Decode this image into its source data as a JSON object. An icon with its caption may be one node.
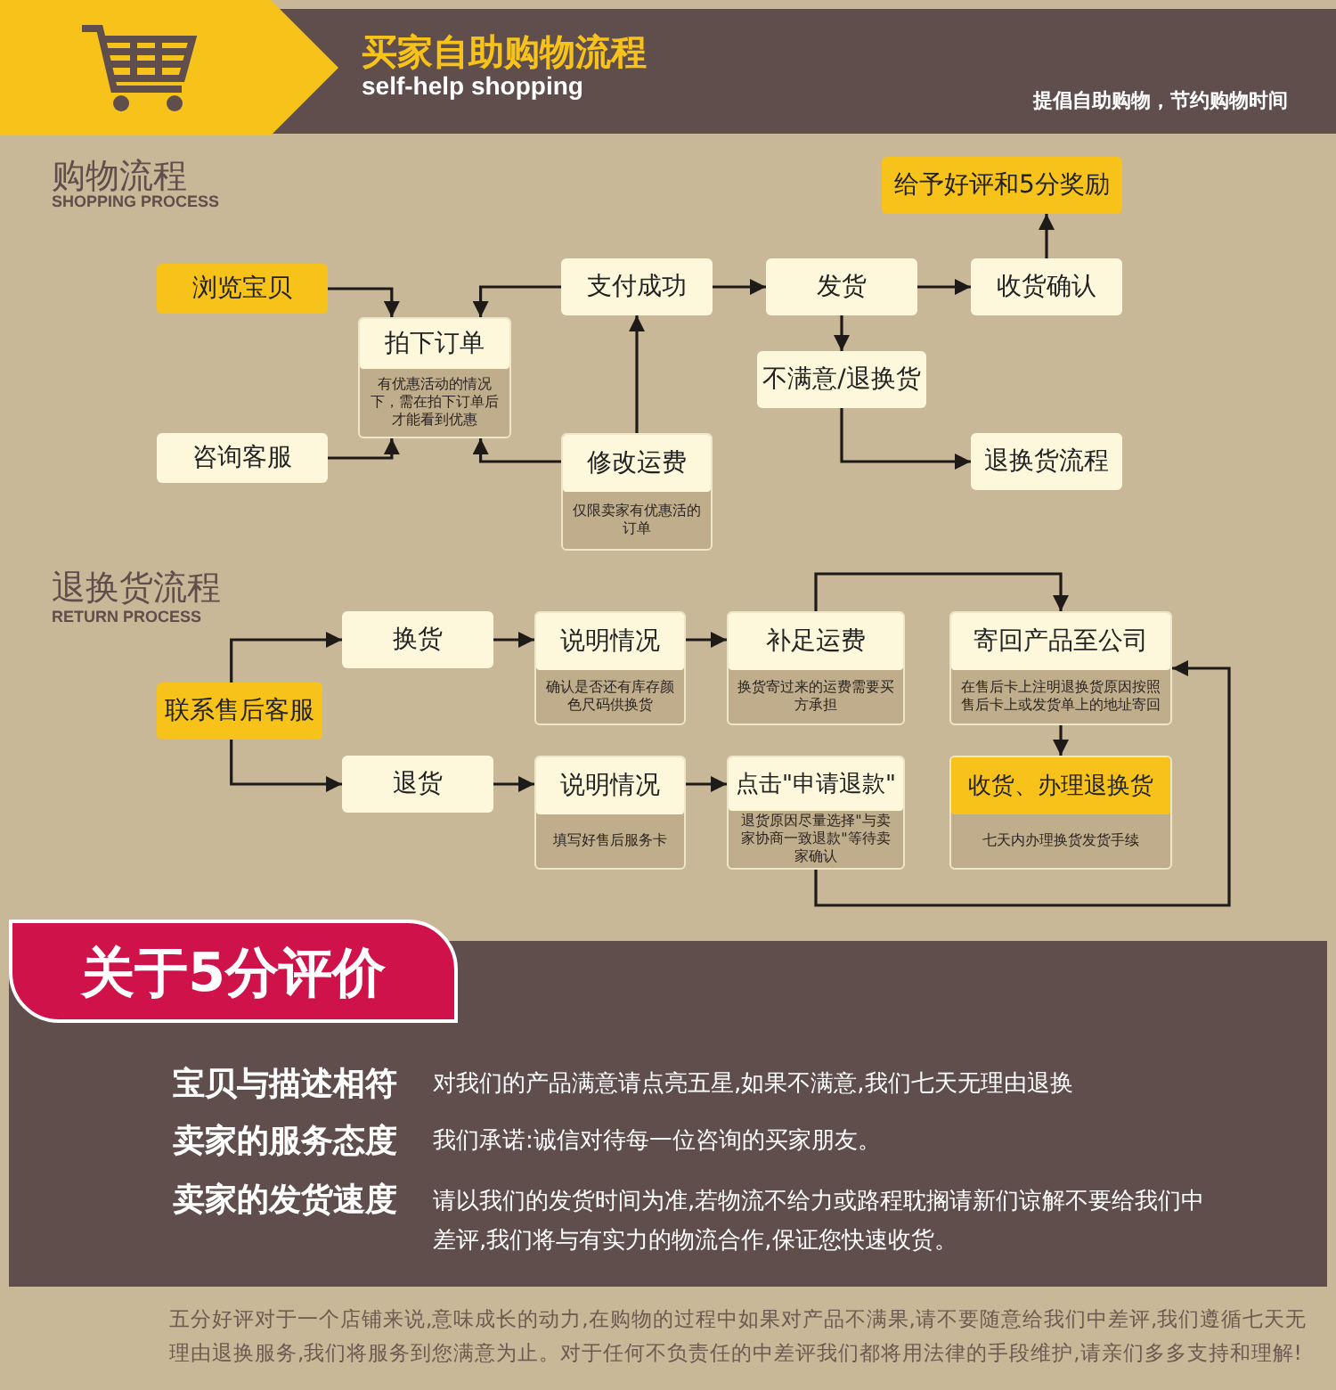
{
  "diagram": {
    "title": "买家自助购物流程",
    "nodes": [
      {
        "text": [
          "浏览宝贝"
        ]
      },
      {
        "text": [
          "拍下订单",
          "有优惠活动的情况下，需在拍下订单后才能看到优惠"
        ]
      },
      {
        "text": [
          "咨询客服"
        ]
      },
      {
        "text": [
          "支付成功"
        ]
      },
      {
        "text": [
          "修改运费",
          "仅限卖家有优惠活的订单"
        ]
      },
      {
        "text": [
          "发货"
        ]
      },
      {
        "text": [
          "收货确认"
        ]
      },
      {
        "text": [
          "给予好评和5分奖励"
        ]
      },
      {
        "text": [
          "不满意/退换货"
        ]
      },
      {
        "text": [
          "退换货流程"
        ]
      },
      {
        "text": [
          "联系售后客服"
        ]
      },
      {
        "text": [
          "换货"
        ]
      },
      {
        "text": [
          "说明情况",
          "确认是否还有库存颜色尺码供换货"
        ]
      },
      {
        "text": [
          "补足运费",
          "换货寄过来的运费需要买方承担"
        ]
      },
      {
        "text": [
          "寄回产品至公司",
          "在售后卡上注明退换货原因按照售后卡上或发货单上的地址寄回"
        ]
      },
      {
        "text": [
          "退货"
        ]
      },
      {
        "text": [
          "说明情况",
          "填写好售后服务卡"
        ]
      },
      {
        "text": [
          "点击\"申请退款\"",
          "退货原因尽量选择\"与卖家协商一致退款\"等待卖家确认"
        ]
      },
      {
        "text": [
          "收货、办理退换货",
          "七天内办理换货发货手续"
        ]
      }
    ],
    "edges": [
      {
        "from": 0,
        "to": 1,
        "arrow": "to"
      },
      {
        "from": 2,
        "to": 1,
        "arrow": "to"
      },
      {
        "from": 3,
        "to": 1,
        "arrow": "to"
      },
      {
        "from": 4,
        "to": 1,
        "arrow": "to"
      },
      {
        "from": 4,
        "to": 3,
        "arrow": "to"
      },
      {
        "from": 3,
        "to": 5,
        "arrow": "to"
      },
      {
        "from": 5,
        "to": 6,
        "arrow": "to"
      },
      {
        "from": 6,
        "to": 7,
        "arrow": "to"
      },
      {
        "from": 5,
        "to": 8,
        "arrow": "to"
      },
      {
        "from": 8,
        "to": 9,
        "arrow": "to"
      },
      {
        "from": 10,
        "to": 11,
        "arrow": "to"
      },
      {
        "from": 10,
        "to": 15,
        "arrow": "to"
      },
      {
        "from": 11,
        "to": 12,
        "arrow": "to"
      },
      {
        "from": 12,
        "to": 13,
        "arrow": "to"
      },
      {
        "from": 13,
        "to": 14,
        "arrow": "to"
      },
      {
        "from": 15,
        "to": 16,
        "arrow": "to"
      },
      {
        "from": 16,
        "to": 17,
        "arrow": "to"
      },
      {
        "from": 17,
        "to": 14,
        "arrow": "to"
      },
      {
        "from": 14,
        "to": 18,
        "arrow": "to"
      }
    ],
    "labels": [
      "self-help shopping",
      "提倡自助购物，节约购物时间",
      "购物流程",
      "SHOPPING PROCESS",
      "退换货流程",
      "RETURN PROCESS",
      "关于5分评价",
      "宝贝与描述相符",
      "对我们的产品满意请点亮五星,如果不满意,我们七天无理由退换",
      "卖家的服务态度",
      "我们承诺:诚信对待每一位咨询的买家朋友。",
      "卖家的发货速度",
      "请以我们的发货时间为准,若物流不给力或路程耽搁请新们谅解不要给我们中差评,我们将与有实力的物流合作,保证您快速收货。",
      "五分好评对于一个店铺来说,意味成长的动力,在购物的过程中如果对产品不满果,请不要随意给我们中差评,我们遵循七天无理由退换服务,我们将服务到您满意为止。对于任何不负责任的中差评我们都将用法律的手段维护,请亲们多多支持和理解!"
    ]
  }
}
